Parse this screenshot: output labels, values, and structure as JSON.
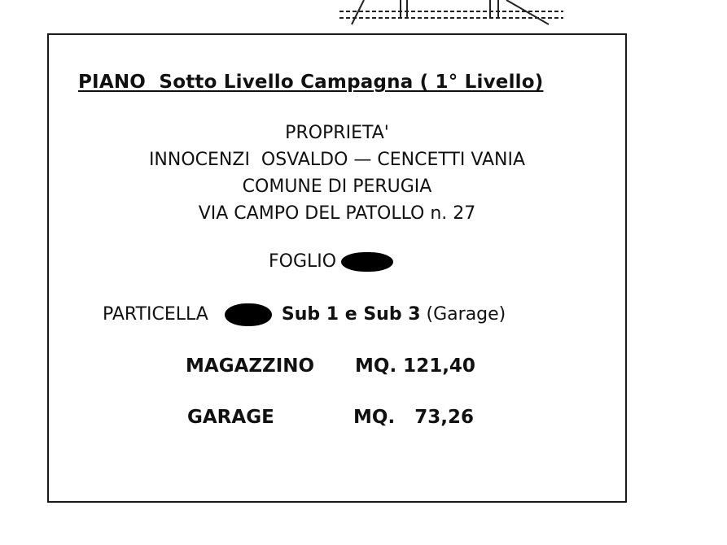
{
  "title": "PIANO  Sotto Livello Campagna ( 1° Livello)",
  "ownership": {
    "heading": "PROPRIETA'",
    "owners": "INNOCENZI  OSVALDO — CENCETTI VANIA",
    "municipality": "COMUNE DI PERUGIA",
    "address": "VIA CAMPO DEL PATOLLO n. 27"
  },
  "cadastral": {
    "foglio_label": "FOGLIO",
    "particella_label": "PARTICELLA",
    "sub_text": "Sub 1 e Sub 3",
    "sub_note": "(Garage)"
  },
  "areas": [
    {
      "label": "MAGAZZINO",
      "value": "MQ. 121,40"
    },
    {
      "label": "GARAGE",
      "value": "MQ.   73,26"
    }
  ]
}
